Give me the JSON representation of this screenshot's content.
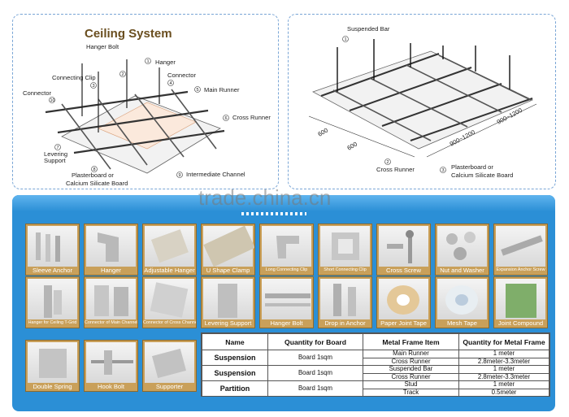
{
  "watermark": "trade.china.cn",
  "left_diagram": {
    "title": "Ceiling System",
    "labels": {
      "hanger_bolt": "Hanger Bolt",
      "hanger": "Hanger",
      "connecting_clip": "Connecting Clip",
      "connector_top": "Connector",
      "connector_left": "Connector",
      "main_runner": "Main Runner",
      "cross_runner": "Cross Runner",
      "levering_support_1": "Levering",
      "levering_support_2": "Support",
      "plasterboard_1": "Plasterboard or",
      "plasterboard_2": "Calcium Silicate Board",
      "intermediate_channel": "Intermediate Channel"
    },
    "numbers": [
      "1",
      "2",
      "3",
      "4",
      "5",
      "6",
      "7",
      "8",
      "9",
      "10"
    ]
  },
  "right_diagram": {
    "labels": {
      "suspended_bar": "Suspended Bar",
      "cross_runner": "Cross Runner",
      "plasterboard_1": "Plasterboard or",
      "plasterboard_2": "Calcium Silicate Board",
      "dim_600_a": "600",
      "dim_600_b": "600",
      "dim_900_a": "900~1200",
      "dim_900_b": "900~1200"
    },
    "numbers": [
      "1",
      "2",
      "3"
    ]
  },
  "products": [
    {
      "label": "Sleeve Anchor",
      "icon": "sleeve-anchor-icon"
    },
    {
      "label": "Hanger",
      "icon": "hanger-icon"
    },
    {
      "label": "Adjustable Hanger",
      "icon": "adjustable-hanger-icon"
    },
    {
      "label": "U Shape Clamp",
      "icon": "u-shape-clamp-icon"
    },
    {
      "label": "Long Connecting Clip",
      "icon": "long-connecting-clip-icon",
      "small": true
    },
    {
      "label": "Short Connecting Clip",
      "icon": "short-connecting-clip-icon",
      "small": true
    },
    {
      "label": "Cross Screw",
      "icon": "cross-screw-icon"
    },
    {
      "label": "Nut and Washer",
      "icon": "nut-washer-icon"
    },
    {
      "label": "Expansion Anchor Screw",
      "icon": "expansion-anchor-icon",
      "small": true
    },
    {
      "label": "Hanger for Ceiling T-Grid",
      "icon": "t-grid-hanger-icon",
      "small": true
    },
    {
      "label": "Connector of Main Channel",
      "icon": "main-channel-connector-icon",
      "small": true
    },
    {
      "label": "Connector of Cross Channel",
      "icon": "cross-channel-connector-icon",
      "small": true
    },
    {
      "label": "Levering Support",
      "icon": "levering-support-icon"
    },
    {
      "label": "Hanger Bolt",
      "icon": "hanger-bolt-icon"
    },
    {
      "label": "Drop in Anchor",
      "icon": "drop-in-anchor-icon"
    },
    {
      "label": "Paper Joint Tape",
      "icon": "paper-tape-icon"
    },
    {
      "label": "Mesh Tape",
      "icon": "mesh-tape-icon"
    },
    {
      "label": "Joint Compound",
      "icon": "joint-compound-icon"
    },
    {
      "label": "Double Spring",
      "icon": "double-spring-icon"
    },
    {
      "label": "Hook Bolt",
      "icon": "hook-bolt-icon"
    },
    {
      "label": "Supporter",
      "icon": "supporter-icon"
    }
  ],
  "table": {
    "headers": [
      "Name",
      "Quantity for Board",
      "Metal Frame Item",
      "Quantity for Metal Frame"
    ],
    "groups": [
      {
        "name": "Suspension",
        "qty": "Board 1sqm",
        "items": [
          {
            "item": "Main Runner",
            "q": "1 meter"
          },
          {
            "item": "Cross Runner",
            "q": "2.8meter-3.3meter"
          }
        ]
      },
      {
        "name": "Suspension",
        "qty": "Board 1sqm",
        "items": [
          {
            "item": "Suspended Bar",
            "q": "1 meter"
          },
          {
            "item": "Cross Runner",
            "q": "2.8meter-3.3meter"
          }
        ]
      },
      {
        "name": "Partition",
        "qty": "Board 1sqm",
        "items": [
          {
            "item": "Stud",
            "q": "1 meter"
          },
          {
            "item": "Track",
            "q": "0.5meter"
          }
        ]
      }
    ]
  }
}
